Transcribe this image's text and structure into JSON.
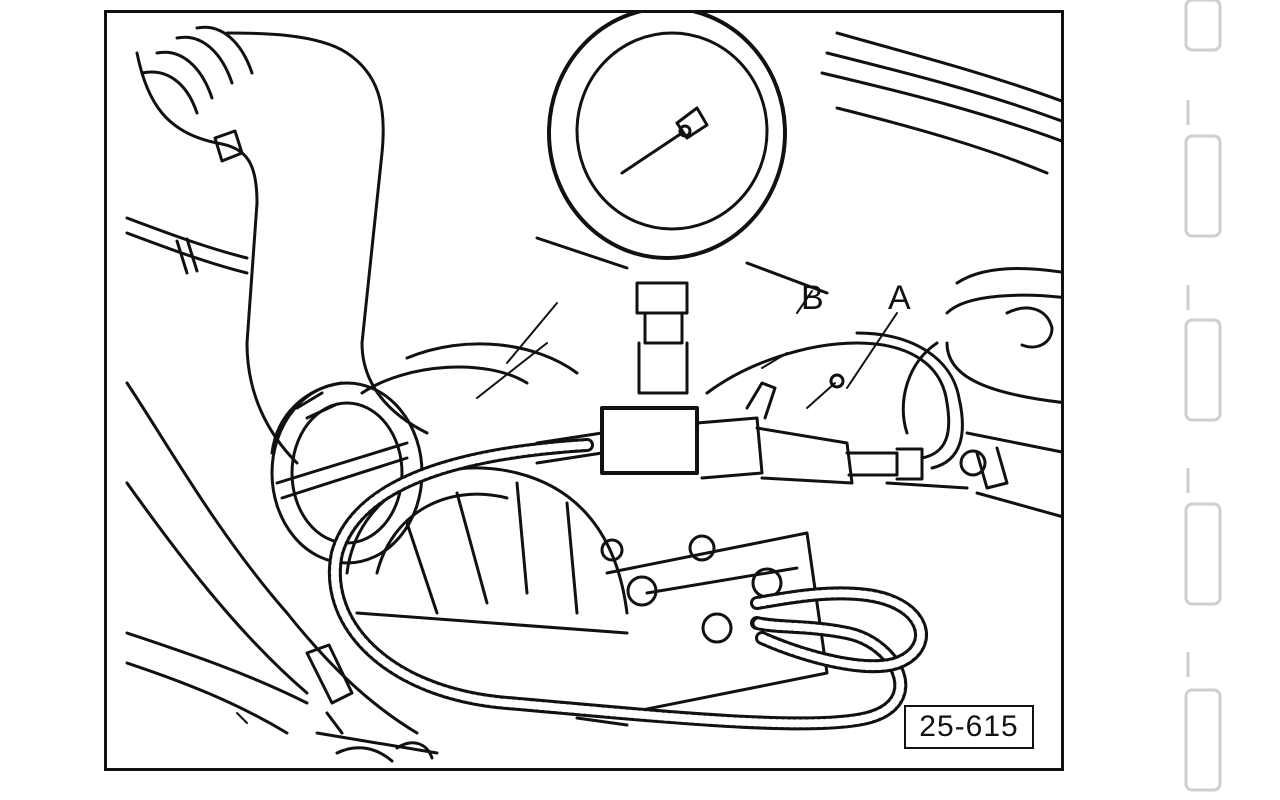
{
  "figure": {
    "callouts": {
      "a": "A",
      "b": "B"
    },
    "figure_number": "25-615"
  },
  "colors": {
    "ink": "#111111",
    "paper": "#ffffff",
    "binding_tab": "#dedede"
  },
  "icons": {
    "pressure_gauge": "pressure-gauge-icon",
    "binding_tab": "binding-tab-icon"
  }
}
